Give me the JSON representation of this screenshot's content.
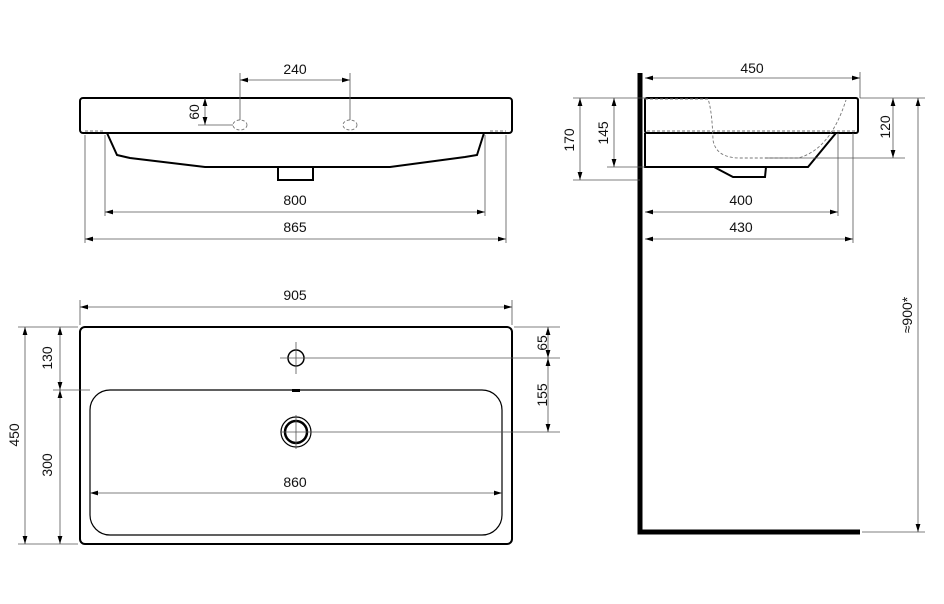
{
  "front_view": {
    "tap_spacing": "240",
    "tap_height": "60",
    "inner_width": "800",
    "outer_width": "865"
  },
  "top_view": {
    "width": "905",
    "depth": "450",
    "front_to_bowl": "130",
    "bowl_depth": "300",
    "rim_to_tap": "65",
    "tap_to_drain": "155",
    "bowl_width": "860"
  },
  "side_view": {
    "depth": "450",
    "height_total": "170",
    "height_body": "145",
    "bowl_depth": "120",
    "bottom_depth": "400",
    "mid_depth": "430",
    "mount_height": "≈900*"
  }
}
